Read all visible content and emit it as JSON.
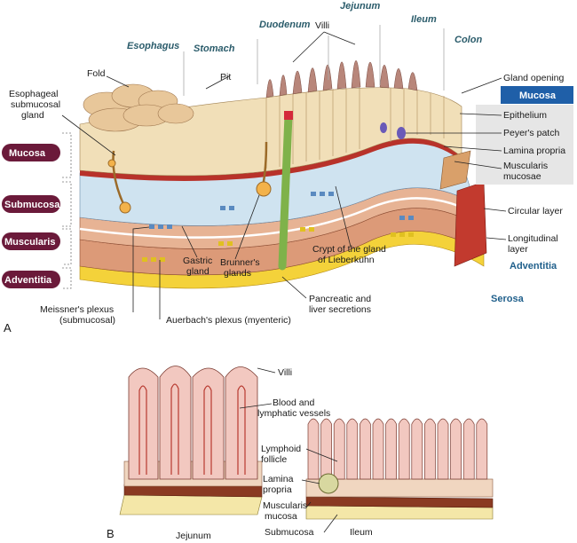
{
  "panel_a": {
    "figure_letter": "A",
    "segments": [
      "Esophagus",
      "Stomach",
      "Duodenum",
      "Jejunum",
      "Ileum",
      "Colon"
    ],
    "left_layers": [
      "Mucosa",
      "Submucosa",
      "Muscularis",
      "Adventitia"
    ],
    "right_header": "Mucosa",
    "right_mucosa_items": [
      "Epithelium",
      "Peyer's patch",
      "Lamina propria",
      "Muscularis",
      "mucosae"
    ],
    "right_other": {
      "circular": "Circular layer",
      "longitudinal_1": "Longitudinal",
      "longitudinal_2": "layer",
      "adventitia": "Adventitia",
      "serosa": "Serosa"
    },
    "labels": {
      "villi": "Villi",
      "fold": "Fold",
      "pit": "Pit",
      "gland_opening": "Gland opening",
      "esoph_1": "Esophageal",
      "esoph_2": "submucosal",
      "esoph_3": "gland",
      "gastric_1": "Gastric",
      "gastric_2": "gland",
      "brunner_1": "Brunner's",
      "brunner_2": "glands",
      "crypt_1": "Crypt of the gland",
      "crypt_2": "of Lieberkühn",
      "pancreatic_1": "Pancreatic and",
      "pancreatic_2": "liver secretions",
      "meissner_1": "Meissner's plexus",
      "meissner_2": "(submucosal)",
      "auerbach": "Auerbach's plexus (myenteric)"
    }
  },
  "panel_b": {
    "figure_letter": "B",
    "labels": {
      "villi": "Villi",
      "blood_1": "Blood and",
      "blood_2": "lymphatic vessels",
      "lymphoid_1": "Lymphoid",
      "lymphoid_2": "follicle",
      "lamina_1": "Lamina",
      "lamina_2": "propria",
      "musc_1": "Muscularis",
      "musc_2": "mucosa",
      "submucosa": "Submucosa",
      "jejunum": "Jejunum",
      "ileum": "Ileum"
    }
  },
  "colors": {
    "pill": "#6b1a3a",
    "header_blue": "#1f5fa8",
    "submucosa_blue": "#cfe3f0",
    "muscle": "#d98a6a",
    "mucosa_tan": "#f1dfb8",
    "villus": "#b8867a",
    "red_band": "#b8322a",
    "serosa_yellow": "#f4d23a"
  }
}
